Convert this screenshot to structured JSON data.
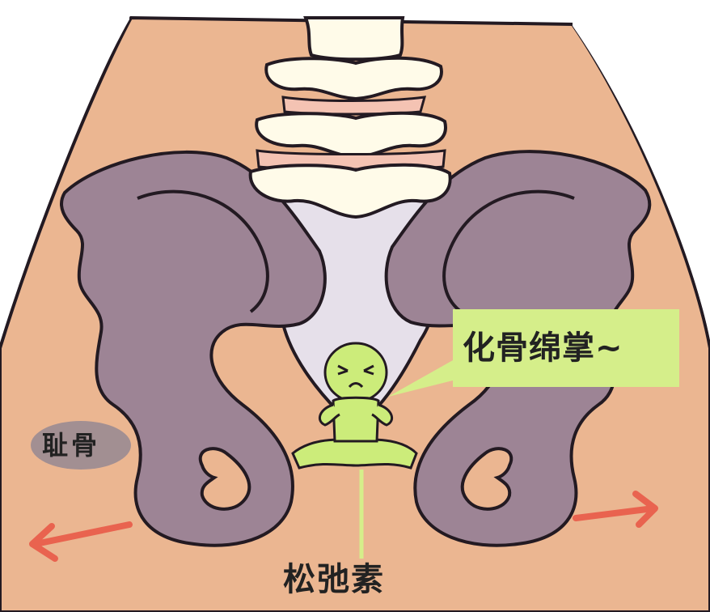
{
  "labels": {
    "callout": "化骨绵掌~",
    "pubic_bone": "耻骨",
    "relaxin": "松弛素"
  },
  "colors": {
    "body_skin": "#ebb691",
    "bone_purple": "#9d8495",
    "spine_cream": "#fffbe9",
    "disc_pink": "#f4c3b3",
    "pelvic_inner": "#e6e0ea",
    "character_green": "#ccec7a",
    "callout_fill": "#d5ee8a",
    "arrow_red": "#e9634f",
    "outline": "#231a22"
  },
  "icons": [
    "relaxin-character-icon",
    "left-arrow-icon",
    "right-arrow-icon"
  ]
}
